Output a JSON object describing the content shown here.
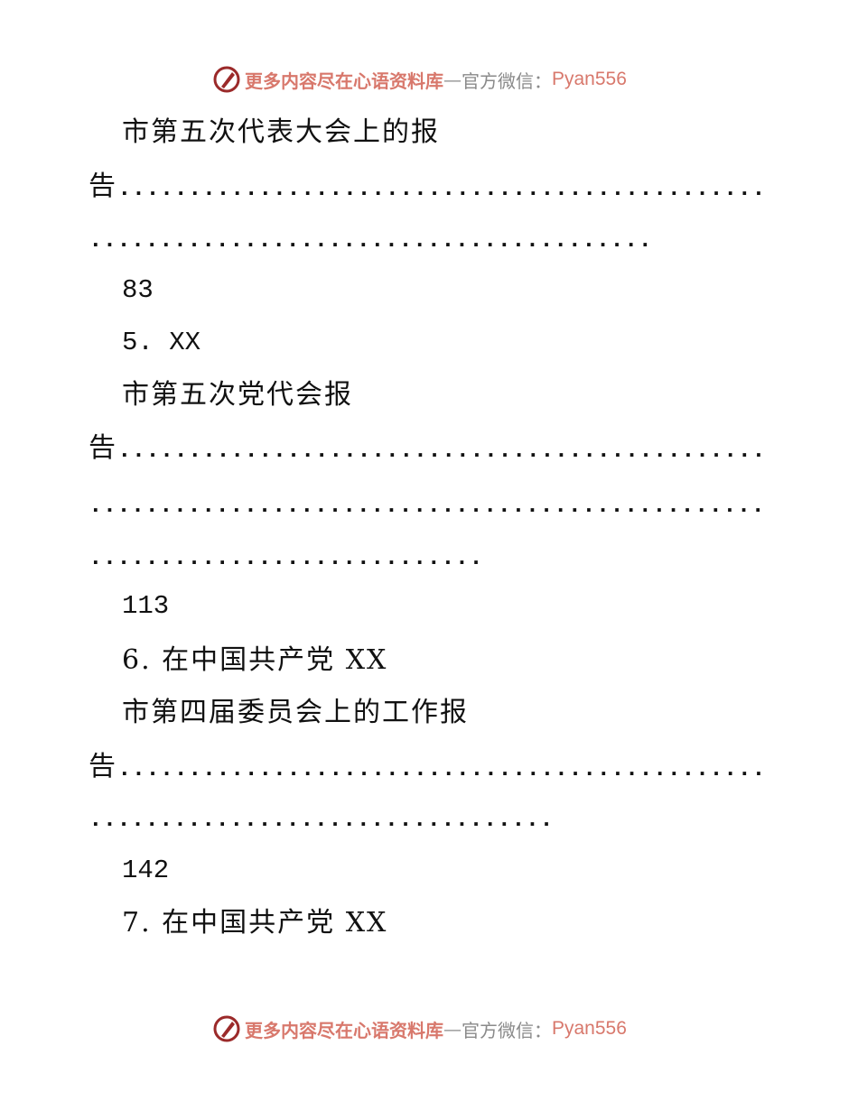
{
  "watermark": {
    "site_text": "更多内容尽在心语资料库",
    "dash": "—",
    "label": "官方微信：",
    "wechat_id": "Pyan556"
  },
  "lines": [
    {
      "text": "市第五次代表大会上的报"
    },
    {
      "lead": "告",
      "dots": ".............................................."
    },
    {
      "dots": "........................................"
    },
    {
      "text": "83"
    },
    {
      "text": "5. XX"
    },
    {
      "text": "市第五次党代会报"
    },
    {
      "lead": "告",
      "dots": ".............................................."
    },
    {
      "dots": "................................................"
    },
    {
      "dots": "............................"
    },
    {
      "text": "113"
    },
    {
      "text": "6. 在中国共产党 XX"
    },
    {
      "text": "市第四届委员会上的工作报"
    },
    {
      "lead": "告",
      "dots": ".............................................."
    },
    {
      "dots": "................................."
    },
    {
      "text": "142"
    },
    {
      "text": "7. 在中国共产党 XX"
    }
  ]
}
